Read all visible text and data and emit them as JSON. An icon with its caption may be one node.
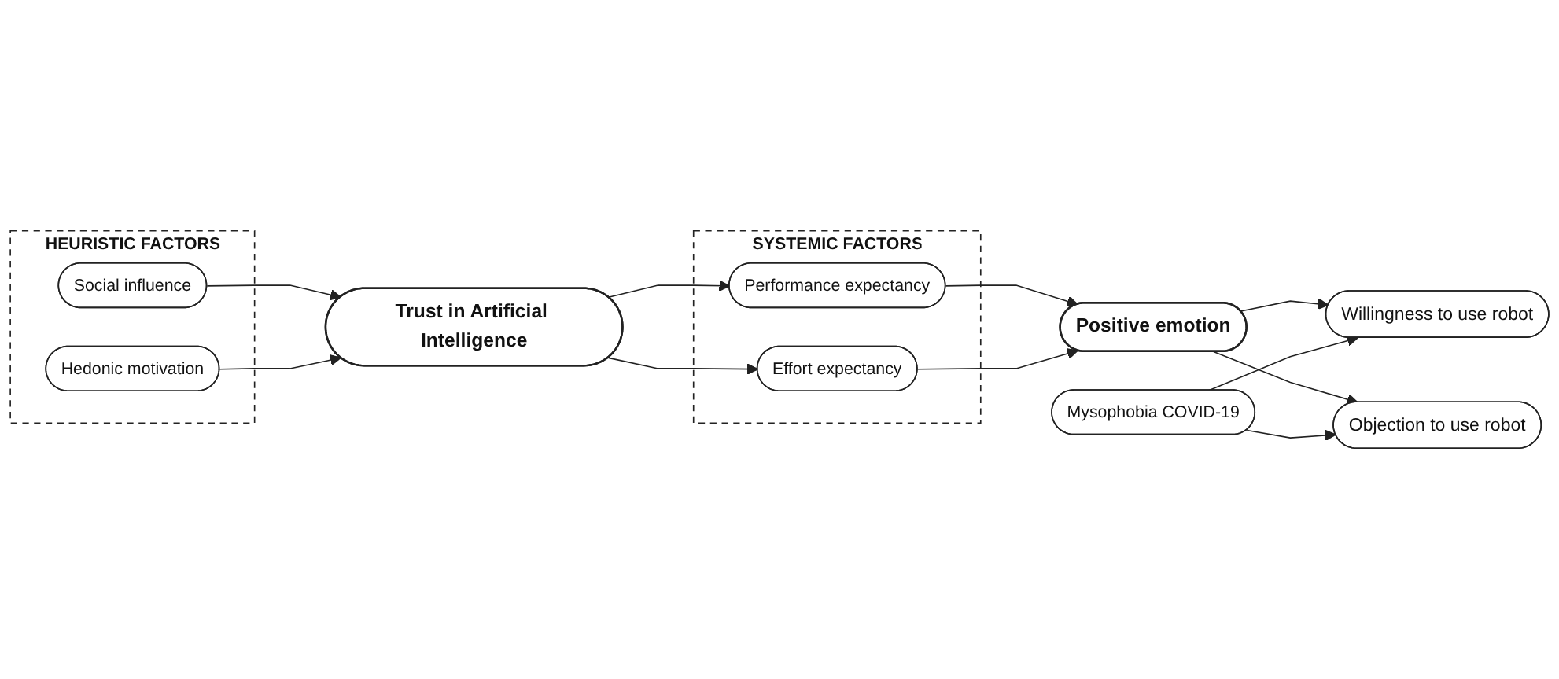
{
  "diagram": {
    "nodes": [
      {
        "text": [
          "HEURISTIC FACTORS"
        ]
      },
      {
        "text": [
          "Social influence"
        ],
        "in": 0
      },
      {
        "text": [
          "Hedonic motivation"
        ],
        "in": 0
      },
      {
        "text": [
          "Trust in Artificial Intelligence"
        ]
      },
      {
        "text": [
          "SYSTEMIC FACTORS"
        ]
      },
      {
        "text": [
          "Performance expectancy"
        ],
        "in": 4
      },
      {
        "text": [
          "Effort expectancy"
        ],
        "in": 4
      },
      {
        "text": [
          "Positive emotion"
        ]
      },
      {
        "text": [
          "Willingness to use robot"
        ]
      },
      {
        "text": [
          "Objection to use robot"
        ]
      },
      {
        "text": [
          "Mysophobia COVID-19"
        ]
      }
    ],
    "edges": [
      {
        "from": 1,
        "to": 3,
        "arrow": "to"
      },
      {
        "from": 2,
        "to": 3,
        "arrow": "to"
      },
      {
        "from": 3,
        "to": 5,
        "arrow": "to"
      },
      {
        "from": 3,
        "to": 6,
        "arrow": "to"
      },
      {
        "from": 5,
        "to": 7,
        "arrow": "to"
      },
      {
        "from": 6,
        "to": 7,
        "arrow": "to"
      },
      {
        "from": 7,
        "to": 8,
        "arrow": "to"
      },
      {
        "from": 7,
        "to": 9,
        "arrow": "to"
      },
      {
        "from": 10,
        "to": 8,
        "arrow": "to"
      },
      {
        "from": 10,
        "to": 9,
        "arrow": "to"
      }
    ]
  }
}
